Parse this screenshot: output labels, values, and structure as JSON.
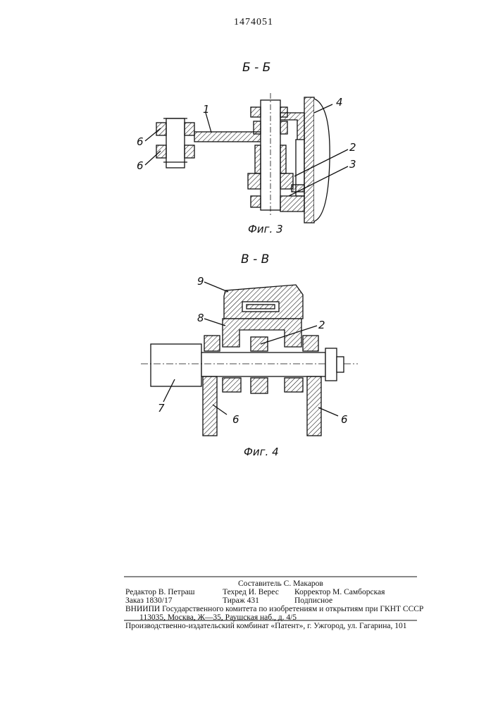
{
  "header": {
    "patent_number": "1474051"
  },
  "figure3": {
    "section_label": "Б - Б",
    "caption": "Фиг. 3",
    "parts": {
      "p1": "1",
      "p2": "2",
      "p3": "3",
      "p4": "4",
      "p6a": "6",
      "p6b": "6"
    }
  },
  "figure4": {
    "section_label": "В - В",
    "caption": "Фиг. 4",
    "parts": {
      "p9": "9",
      "p8": "8",
      "p2": "2",
      "p7": "7",
      "p6a": "6",
      "p6b": "6"
    }
  },
  "imprint": {
    "compiler": "Составитель С. Макаров",
    "editor": "Редактор В. Петраш",
    "techred": "Техред И. Верес",
    "corrector": "Корректор М. Самборская",
    "order": "Заказ 1830/17",
    "circulation": "Тираж 431",
    "subscription": "Подписное",
    "institute": "ВНИИПИ Государственного комитета по изобретениям и открытиям при ГКНТ СССР",
    "address": "113035, Москва, Ж—35, Раушская наб., д. 4/5",
    "publisher": "Производственно-издательский комбинат «Патент», г. Ужгород, ул. Гагарина, 101"
  }
}
